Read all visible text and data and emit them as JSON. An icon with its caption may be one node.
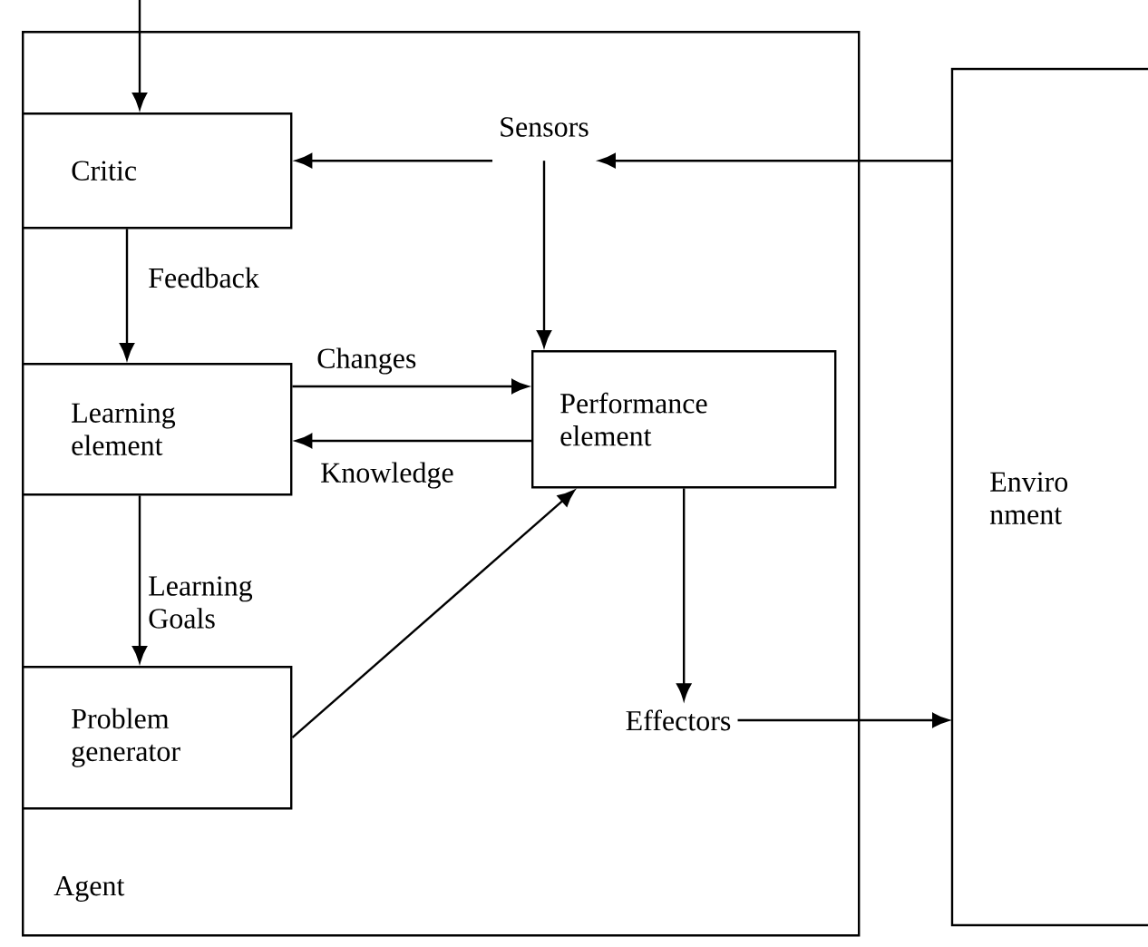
{
  "diagram": {
    "nodes": [
      {
        "text": [
          "Agent"
        ]
      },
      {
        "text": [
          "Critic"
        ],
        "in": 0
      },
      {
        "text": [
          "Sensors"
        ],
        "in": 0
      },
      {
        "text": [
          "Learning element"
        ],
        "in": 0
      },
      {
        "text": [
          "Performance element"
        ],
        "in": 0
      },
      {
        "text": [
          "Problem generator"
        ],
        "in": 0
      },
      {
        "text": [
          "Effectors"
        ],
        "in": 0
      },
      {
        "text": [
          "Enviro nment"
        ]
      }
    ],
    "edges": [
      {
        "from": null,
        "to": 1,
        "arrow": "to"
      },
      {
        "from": 7,
        "to": 2,
        "arrow": "to"
      },
      {
        "from": 2,
        "to": 1,
        "arrow": "to"
      },
      {
        "from": 2,
        "to": 4,
        "arrow": "to"
      },
      {
        "from": 1,
        "to": 3,
        "arrow": "to",
        "label": "Feedback"
      },
      {
        "from": 3,
        "to": 4,
        "arrow": "to",
        "label": "Changes"
      },
      {
        "from": 4,
        "to": 3,
        "arrow": "to",
        "label": "Knowledge"
      },
      {
        "from": 3,
        "to": 5,
        "arrow": "to",
        "label": "Learning Goals"
      },
      {
        "from": 5,
        "to": 4,
        "arrow": "to"
      },
      {
        "from": 4,
        "to": 6,
        "arrow": "to"
      },
      {
        "from": 6,
        "to": 7,
        "arrow": "to"
      }
    ]
  }
}
